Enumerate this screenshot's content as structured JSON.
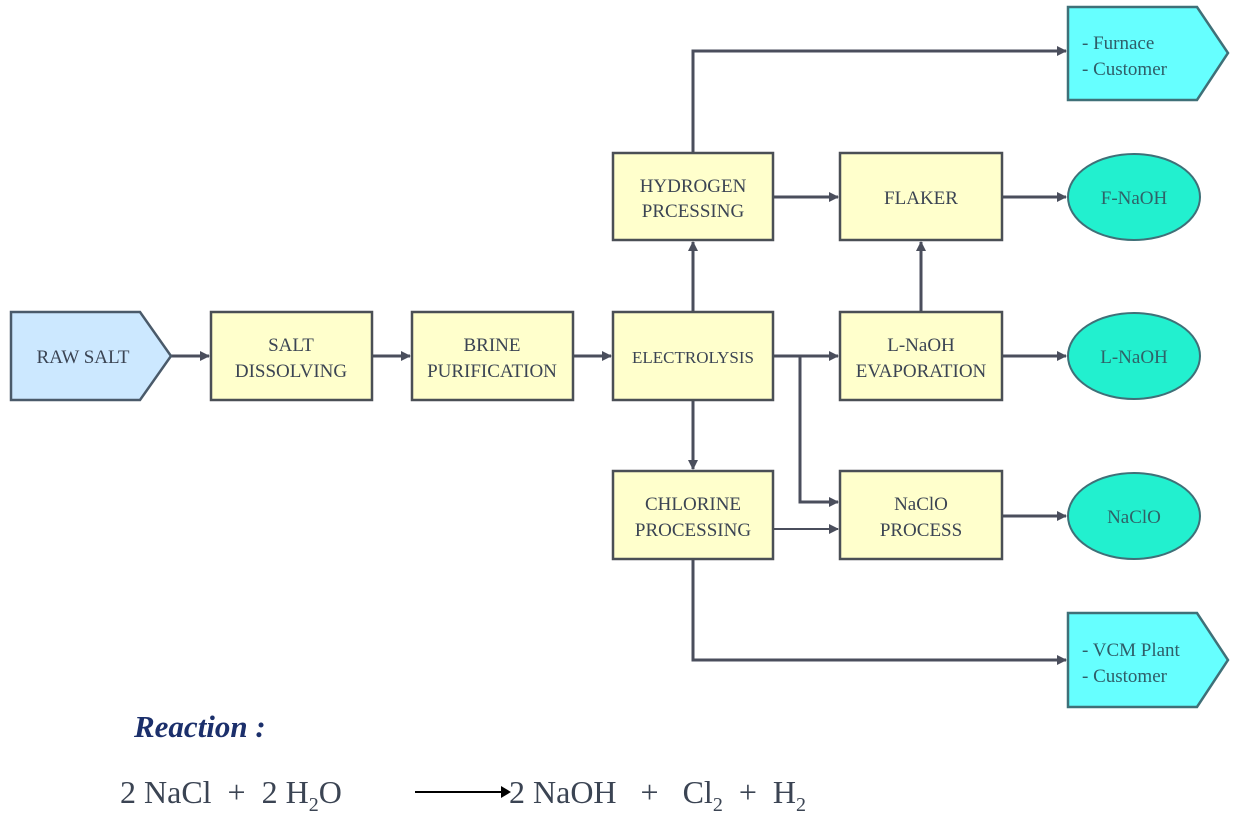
{
  "diagram": {
    "colors": {
      "process_fill": "#ffffcc",
      "process_border": "#4a4f55",
      "input_fill": "#cce8ff",
      "output_fill": "#66ffff",
      "product_fill": "#22f0cf",
      "connector": "#4a4e5c"
    },
    "input": {
      "label": "RAW SALT"
    },
    "processes": {
      "salt_dissolving": {
        "line1": "SALT",
        "line2": "DISSOLVING"
      },
      "brine_purification": {
        "line1": "BRINE",
        "line2": "PURIFICATION"
      },
      "electrolysis": {
        "line1": "ELECTROLYSIS"
      },
      "hydrogen_processing": {
        "line1": "HYDROGEN",
        "line2": "PRCESSING"
      },
      "flaker": {
        "line1": "FLAKER"
      },
      "lnaoh_evaporation": {
        "line1": "L-NaOH",
        "line2": "EVAPORATION"
      },
      "chlorine_processing": {
        "line1": "CHLORINE",
        "line2": "PROCESSING"
      },
      "naclo_process": {
        "line1": "NaClO",
        "line2": "PROCESS"
      }
    },
    "destinations": {
      "hydrogen_dest": {
        "line1": "- Furnace",
        "line2": "- Customer"
      },
      "chlorine_dest": {
        "line1": "- VCM Plant",
        "line2": "- Customer"
      }
    },
    "products": {
      "f_naoh": "F-NaOH",
      "l_naoh": "L-NaOH",
      "naclo": "NaClO"
    },
    "flows": [
      [
        "RAW SALT",
        "SALT DISSOLVING"
      ],
      [
        "SALT DISSOLVING",
        "BRINE PURIFICATION"
      ],
      [
        "BRINE PURIFICATION",
        "ELECTROLYSIS"
      ],
      [
        "ELECTROLYSIS",
        "HYDROGEN PRCESSING"
      ],
      [
        "ELECTROLYSIS",
        "L-NaOH EVAPORATION"
      ],
      [
        "ELECTROLYSIS",
        "NaClO PROCESS"
      ],
      [
        "ELECTROLYSIS",
        "CHLORINE PROCESSING"
      ],
      [
        "HYDROGEN PRCESSING",
        "FLAKER"
      ],
      [
        "HYDROGEN PRCESSING",
        "- Furnace - Customer"
      ],
      [
        "L-NaOH EVAPORATION",
        "FLAKER"
      ],
      [
        "L-NaOH EVAPORATION",
        "L-NaOH"
      ],
      [
        "FLAKER",
        "F-NaOH"
      ],
      [
        "CHLORINE PROCESSING",
        "NaClO PROCESS"
      ],
      [
        "CHLORINE PROCESSING",
        "- VCM Plant - Customer"
      ],
      [
        "NaClO PROCESS",
        "NaClO"
      ]
    ]
  },
  "reaction": {
    "title": "Reaction :",
    "reactants": {
      "a_coef": "2 NaCl",
      "plus1": "+",
      "b_coef": "2 H",
      "b_sub": "2",
      "b_tail": "O"
    },
    "products": {
      "a": "2 NaOH",
      "plus2": "+",
      "b": "Cl",
      "b_sub": "2",
      "plus3": "+",
      "c": "H",
      "c_sub": "2"
    }
  }
}
